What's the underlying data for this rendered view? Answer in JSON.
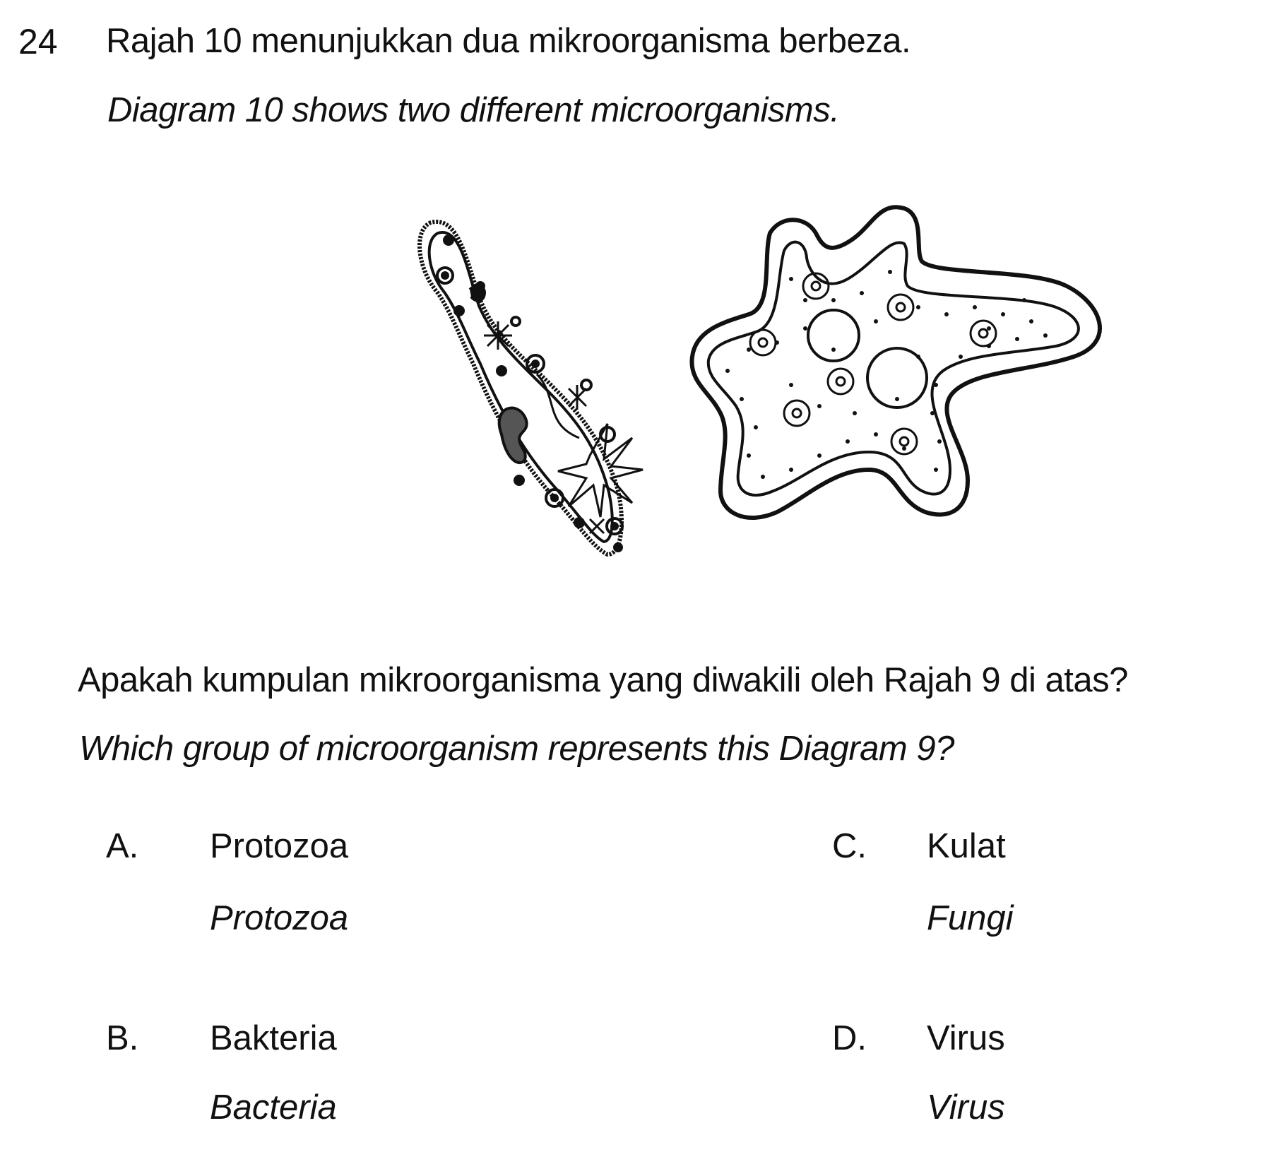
{
  "question": {
    "number": "24",
    "stem_ms": "Rajah 10 menunjukkan dua mikroorganisma berbeza.",
    "stem_en": "Diagram 10 shows two different microorganisms.",
    "prompt_ms": "Apakah kumpulan mikroorganisma yang diwakili oleh Rajah 9 di atas?",
    "prompt_en": "Which group of microorganism represents this Diagram 9?"
  },
  "options": [
    {
      "letter": "A.",
      "ms": "Protozoa",
      "en": "Protozoa"
    },
    {
      "letter": "B.",
      "ms": "Bakteria",
      "en": "Bacteria"
    },
    {
      "letter": "C.",
      "ms": "Kulat",
      "en": "Fungi"
    },
    {
      "letter": "D.",
      "ms": "Virus",
      "en": "Virus"
    }
  ],
  "figure": {
    "paramecium_icon": "paramecium-illustration",
    "amoeba_icon": "amoeba-illustration"
  }
}
